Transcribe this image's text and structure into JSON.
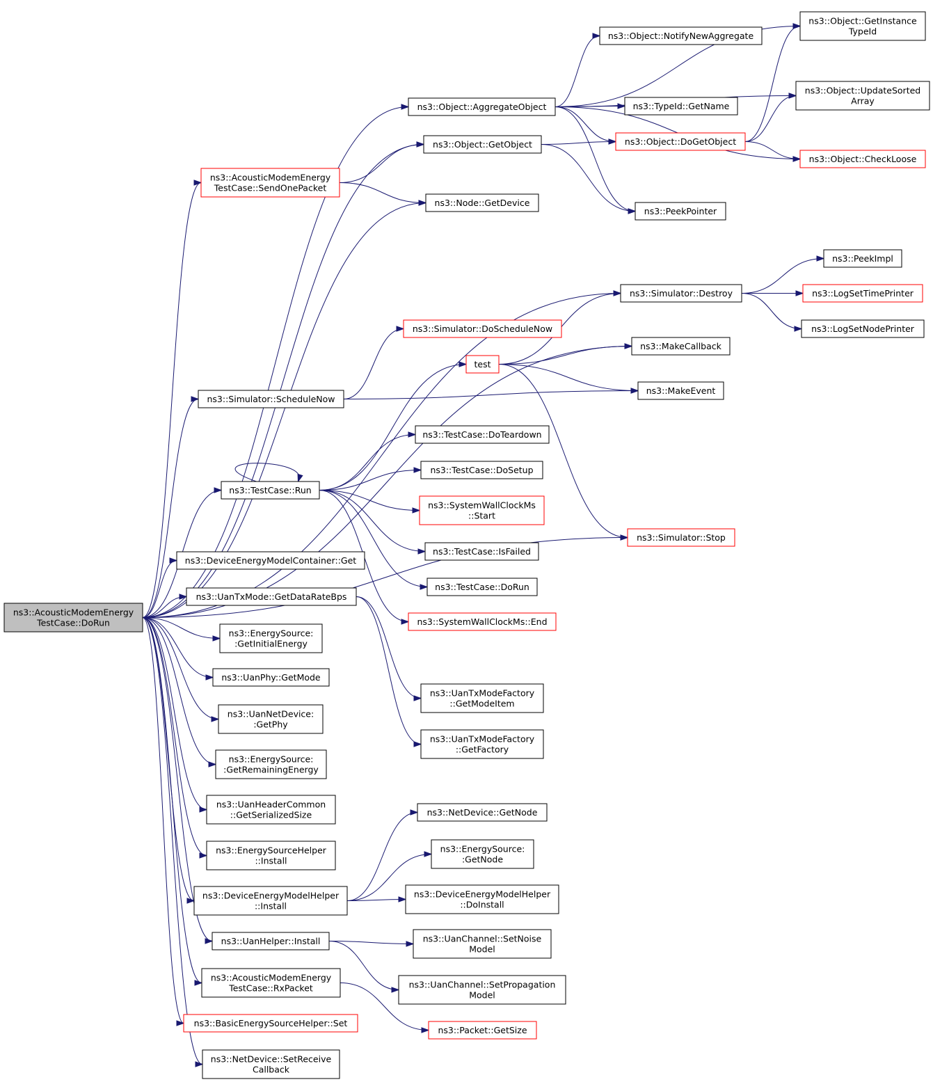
{
  "graph": {
    "colors": {
      "edge": "#191970",
      "border_normal": "#000000",
      "border_truncated": "#ff0000",
      "root_fill": "#bfbfbf",
      "node_fill": "#ffffff"
    },
    "nodes": [
      {
        "id": "root",
        "lines": [
          "ns3::AcousticModemEnergy",
          "TestCase::DoRun"
        ],
        "style": "root"
      },
      {
        "id": "sendOnePacket",
        "lines": [
          "ns3::AcousticModemEnergy",
          "TestCase::SendOnePacket"
        ],
        "style": "red"
      },
      {
        "id": "aggregateObject",
        "lines": [
          "ns3::Object::AggregateObject"
        ],
        "style": "normal"
      },
      {
        "id": "getObject",
        "lines": [
          "ns3::Object::GetObject"
        ],
        "style": "normal"
      },
      {
        "id": "nodeGetDevice",
        "lines": [
          "ns3::Node::GetDevice"
        ],
        "style": "normal"
      },
      {
        "id": "getInstanceTypeId",
        "lines": [
          "ns3::Object::GetInstance",
          "TypeId"
        ],
        "style": "normal"
      },
      {
        "id": "notifyNewAggregate",
        "lines": [
          "ns3::Object::NotifyNewAggregate"
        ],
        "style": "normal"
      },
      {
        "id": "updateSortedArray",
        "lines": [
          "ns3::Object::UpdateSorted",
          "Array"
        ],
        "style": "normal"
      },
      {
        "id": "typeIdGetName",
        "lines": [
          "ns3::TypeId::GetName"
        ],
        "style": "normal"
      },
      {
        "id": "doGetObject",
        "lines": [
          "ns3::Object::DoGetObject"
        ],
        "style": "red"
      },
      {
        "id": "checkLoose",
        "lines": [
          "ns3::Object::CheckLoose"
        ],
        "style": "red"
      },
      {
        "id": "peekPointer",
        "lines": [
          "ns3::PeekPointer"
        ],
        "style": "normal"
      },
      {
        "id": "peekImpl",
        "lines": [
          "ns3::PeekImpl"
        ],
        "style": "normal"
      },
      {
        "id": "simDestroy",
        "lines": [
          "ns3::Simulator::Destroy"
        ],
        "style": "normal"
      },
      {
        "id": "logSetTimePrinter",
        "lines": [
          "ns3::LogSetTimePrinter"
        ],
        "style": "red"
      },
      {
        "id": "logSetNodePrinter",
        "lines": [
          "ns3::LogSetNodePrinter"
        ],
        "style": "normal"
      },
      {
        "id": "doScheduleNow",
        "lines": [
          "ns3::Simulator::DoScheduleNow"
        ],
        "style": "red"
      },
      {
        "id": "makeCallback",
        "lines": [
          "ns3::MakeCallback"
        ],
        "style": "normal"
      },
      {
        "id": "test",
        "lines": [
          "test"
        ],
        "style": "red"
      },
      {
        "id": "scheduleNow",
        "lines": [
          "ns3::Simulator::ScheduleNow"
        ],
        "style": "normal"
      },
      {
        "id": "makeEvent",
        "lines": [
          "ns3::MakeEvent"
        ],
        "style": "normal"
      },
      {
        "id": "doTeardown",
        "lines": [
          "ns3::TestCase::DoTeardown"
        ],
        "style": "normal"
      },
      {
        "id": "doSetup",
        "lines": [
          "ns3::TestCase::DoSetup"
        ],
        "style": "normal"
      },
      {
        "id": "testCaseRun",
        "lines": [
          "ns3::TestCase::Run"
        ],
        "style": "normal"
      },
      {
        "id": "wallClockStart",
        "lines": [
          "ns3::SystemWallClockMs",
          "::Start"
        ],
        "style": "red"
      },
      {
        "id": "simStop",
        "lines": [
          "ns3::Simulator::Stop"
        ],
        "style": "red"
      },
      {
        "id": "isFailed",
        "lines": [
          "ns3::TestCase::IsFailed"
        ],
        "style": "normal"
      },
      {
        "id": "demcGet",
        "lines": [
          "ns3::DeviceEnergyModelContainer::Get"
        ],
        "style": "normal"
      },
      {
        "id": "doRun",
        "lines": [
          "ns3::TestCase::DoRun"
        ],
        "style": "normal"
      },
      {
        "id": "getDataRateBps",
        "lines": [
          "ns3::UanTxMode::GetDataRateBps"
        ],
        "style": "normal"
      },
      {
        "id": "wallClockEnd",
        "lines": [
          "ns3::SystemWallClockMs::End"
        ],
        "style": "red"
      },
      {
        "id": "getInitialEnergy",
        "lines": [
          "ns3::EnergySource:",
          ":GetInitialEnergy"
        ],
        "style": "normal"
      },
      {
        "id": "uanPhyGetMode",
        "lines": [
          "ns3::UanPhy::GetMode"
        ],
        "style": "normal"
      },
      {
        "id": "getModeItem",
        "lines": [
          "ns3::UanTxModeFactory",
          "::GetModeItem"
        ],
        "style": "normal"
      },
      {
        "id": "uanNetDeviceGetPhy",
        "lines": [
          "ns3::UanNetDevice:",
          ":GetPhy"
        ],
        "style": "normal"
      },
      {
        "id": "getFactory",
        "lines": [
          "ns3::UanTxModeFactory",
          "::GetFactory"
        ],
        "style": "normal"
      },
      {
        "id": "getRemainingEnergy",
        "lines": [
          "ns3::EnergySource:",
          ":GetRemainingEnergy"
        ],
        "style": "normal"
      },
      {
        "id": "getSerializedSize",
        "lines": [
          "ns3::UanHeaderCommon",
          "::GetSerializedSize"
        ],
        "style": "normal"
      },
      {
        "id": "netDeviceGetNode",
        "lines": [
          "ns3::NetDevice::GetNode"
        ],
        "style": "normal"
      },
      {
        "id": "energySourceHelperInstall",
        "lines": [
          "ns3::EnergySourceHelper",
          "::Install"
        ],
        "style": "normal"
      },
      {
        "id": "energySourceGetNode",
        "lines": [
          "ns3::EnergySource:",
          ":GetNode"
        ],
        "style": "normal"
      },
      {
        "id": "demhInstall",
        "lines": [
          "ns3::DeviceEnergyModelHelper",
          "::Install"
        ],
        "style": "normal"
      },
      {
        "id": "demhDoInstall",
        "lines": [
          "ns3::DeviceEnergyModelHelper",
          "::DoInstall"
        ],
        "style": "normal"
      },
      {
        "id": "uanHelperInstall",
        "lines": [
          "ns3::UanHelper::Install"
        ],
        "style": "normal"
      },
      {
        "id": "setNoiseModel",
        "lines": [
          "ns3::UanChannel::SetNoise",
          "Model"
        ],
        "style": "normal"
      },
      {
        "id": "rxPacket",
        "lines": [
          "ns3::AcousticModemEnergy",
          "TestCase::RxPacket"
        ],
        "style": "normal"
      },
      {
        "id": "setPropagationModel",
        "lines": [
          "ns3::UanChannel::SetPropagation",
          "Model"
        ],
        "style": "normal"
      },
      {
        "id": "basicEnergySet",
        "lines": [
          "ns3::BasicEnergySourceHelper::Set"
        ],
        "style": "red"
      },
      {
        "id": "packetGetSize",
        "lines": [
          "ns3::Packet::GetSize"
        ],
        "style": "red"
      },
      {
        "id": "setReceiveCallback",
        "lines": [
          "ns3::NetDevice::SetReceive",
          "Callback"
        ],
        "style": "normal"
      }
    ],
    "edges": [
      [
        "root",
        "aggregateObject"
      ],
      [
        "root",
        "getObject"
      ],
      [
        "root",
        "sendOnePacket"
      ],
      [
        "root",
        "nodeGetDevice"
      ],
      [
        "root",
        "simDestroy"
      ],
      [
        "root",
        "makeCallback"
      ],
      [
        "root",
        "scheduleNow"
      ],
      [
        "root",
        "testCaseRun"
      ],
      [
        "root",
        "simStop"
      ],
      [
        "root",
        "demcGet"
      ],
      [
        "root",
        "getDataRateBps"
      ],
      [
        "root",
        "getInitialEnergy"
      ],
      [
        "root",
        "uanPhyGetMode"
      ],
      [
        "root",
        "uanNetDeviceGetPhy"
      ],
      [
        "root",
        "getRemainingEnergy"
      ],
      [
        "root",
        "getSerializedSize"
      ],
      [
        "root",
        "energySourceHelperInstall"
      ],
      [
        "root",
        "demhInstall"
      ],
      [
        "root",
        "uanHelperInstall"
      ],
      [
        "root",
        "rxPacket"
      ],
      [
        "root",
        "basicEnergySet"
      ],
      [
        "root",
        "setReceiveCallback"
      ],
      [
        "aggregateObject",
        "getInstanceTypeId"
      ],
      [
        "aggregateObject",
        "notifyNewAggregate"
      ],
      [
        "aggregateObject",
        "updateSortedArray"
      ],
      [
        "aggregateObject",
        "typeIdGetName"
      ],
      [
        "aggregateObject",
        "doGetObject"
      ],
      [
        "aggregateObject",
        "checkLoose"
      ],
      [
        "aggregateObject",
        "peekPointer"
      ],
      [
        "getObject",
        "doGetObject"
      ],
      [
        "getObject",
        "peekPointer"
      ],
      [
        "sendOnePacket",
        "getObject"
      ],
      [
        "sendOnePacket",
        "nodeGetDevice"
      ],
      [
        "doGetObject",
        "getInstanceTypeId"
      ],
      [
        "doGetObject",
        "updateSortedArray"
      ],
      [
        "doGetObject",
        "checkLoose"
      ],
      [
        "simDestroy",
        "peekImpl"
      ],
      [
        "simDestroy",
        "logSetTimePrinter"
      ],
      [
        "simDestroy",
        "logSetNodePrinter"
      ],
      [
        "scheduleNow",
        "doScheduleNow"
      ],
      [
        "scheduleNow",
        "makeEvent"
      ],
      [
        "test",
        "simDestroy"
      ],
      [
        "test",
        "makeCallback"
      ],
      [
        "test",
        "makeEvent"
      ],
      [
        "test",
        "simStop"
      ],
      [
        "testCaseRun",
        "test"
      ],
      [
        "testCaseRun",
        "doTeardown"
      ],
      [
        "testCaseRun",
        "doSetup"
      ],
      [
        "testCaseRun",
        "wallClockStart"
      ],
      [
        "testCaseRun",
        "isFailed"
      ],
      [
        "testCaseRun",
        "doRun"
      ],
      [
        "testCaseRun",
        "wallClockEnd"
      ],
      [
        "testCaseRun",
        "testCaseRun"
      ],
      [
        "getDataRateBps",
        "getModeItem"
      ],
      [
        "getDataRateBps",
        "getFactory"
      ],
      [
        "demhInstall",
        "netDeviceGetNode"
      ],
      [
        "demhInstall",
        "energySourceGetNode"
      ],
      [
        "demhInstall",
        "demhDoInstall"
      ],
      [
        "uanHelperInstall",
        "setNoiseModel"
      ],
      [
        "uanHelperInstall",
        "setPropagationModel"
      ],
      [
        "rxPacket",
        "packetGetSize"
      ]
    ]
  }
}
